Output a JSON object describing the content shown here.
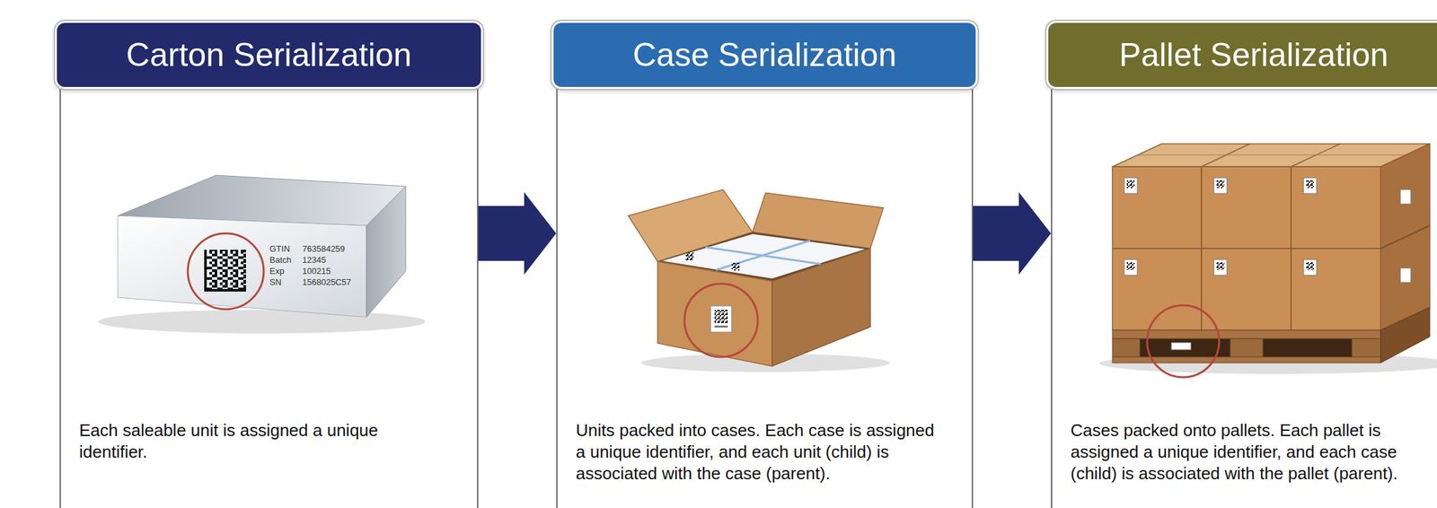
{
  "diagram": {
    "nodes": [
      {
        "text": [
          "Carton Serialization",
          "Each saleable unit is assigned a unique identifier."
        ]
      },
      {
        "text": [
          "Case Serialization",
          "Units packed into cases. Each case is assigned a unique identifier, and each unit (child) is associated with the case (parent)."
        ]
      },
      {
        "text": [
          "Pallet Serialization",
          "Cases packed onto pallets. Each pallet is assigned a unique identifier, and each case (child) is associated with the pallet (parent)."
        ]
      }
    ],
    "edges": [
      {
        "from": 0,
        "to": 1,
        "arrow": "to"
      },
      {
        "from": 1,
        "to": 2,
        "arrow": "to"
      }
    ],
    "labels": [
      "GTIN",
      "Batch",
      "Exp",
      "SN",
      "763584259",
      "12345",
      "100215",
      "1568025C57"
    ]
  }
}
